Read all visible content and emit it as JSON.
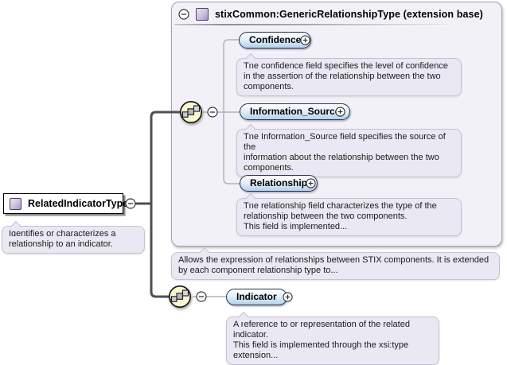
{
  "diagram": {
    "root": {
      "label": "RelatedIndicatorType",
      "annotation": "Identifies or characterizes a\nrelationship to an indicator."
    },
    "base": {
      "title": "stixCommon:GenericRelationshipType (extension base)",
      "annotation": "Allows the expression of relationships between STIX components. It is extended\nby each component relationship type to...",
      "children": [
        {
          "label": "Confidence",
          "annotation": "The confidence field specifies the level of confidence\nin the assertion of the relationship between the two\ncomponents."
        },
        {
          "label": "Information_Source",
          "annotation": "The Information_Source field specifies the source of the\ninformation about the relationship between the two\ncomponents."
        },
        {
          "label": "Relationship",
          "annotation": "The relationship field characterizes the type of the\nrelationship between the two components.\nThis field is implemented..."
        }
      ]
    },
    "indicator": {
      "label": "Indicator",
      "annotation": "A reference to or representation of the related\nindicator.\nThis field is implemented through the xsi:type\nextension..."
    },
    "icons": {
      "collapse": "−",
      "expand": "+",
      "sequence": "diagonal-squares-in-yellow-circle",
      "type": "purple-square"
    },
    "colors": {
      "container_fill": "#f3f1f8",
      "container_border": "#a49eb5",
      "note_fill": "#eae8f2",
      "pill_fill_bottom": "#b6d0ec",
      "pill_border": "#25324e",
      "sequence_fill": "#f8f7cf",
      "type_icon_fill": "#c0aed6",
      "wire_dark": "#4f4f4f",
      "wire_light": "#b3b0bf"
    }
  }
}
